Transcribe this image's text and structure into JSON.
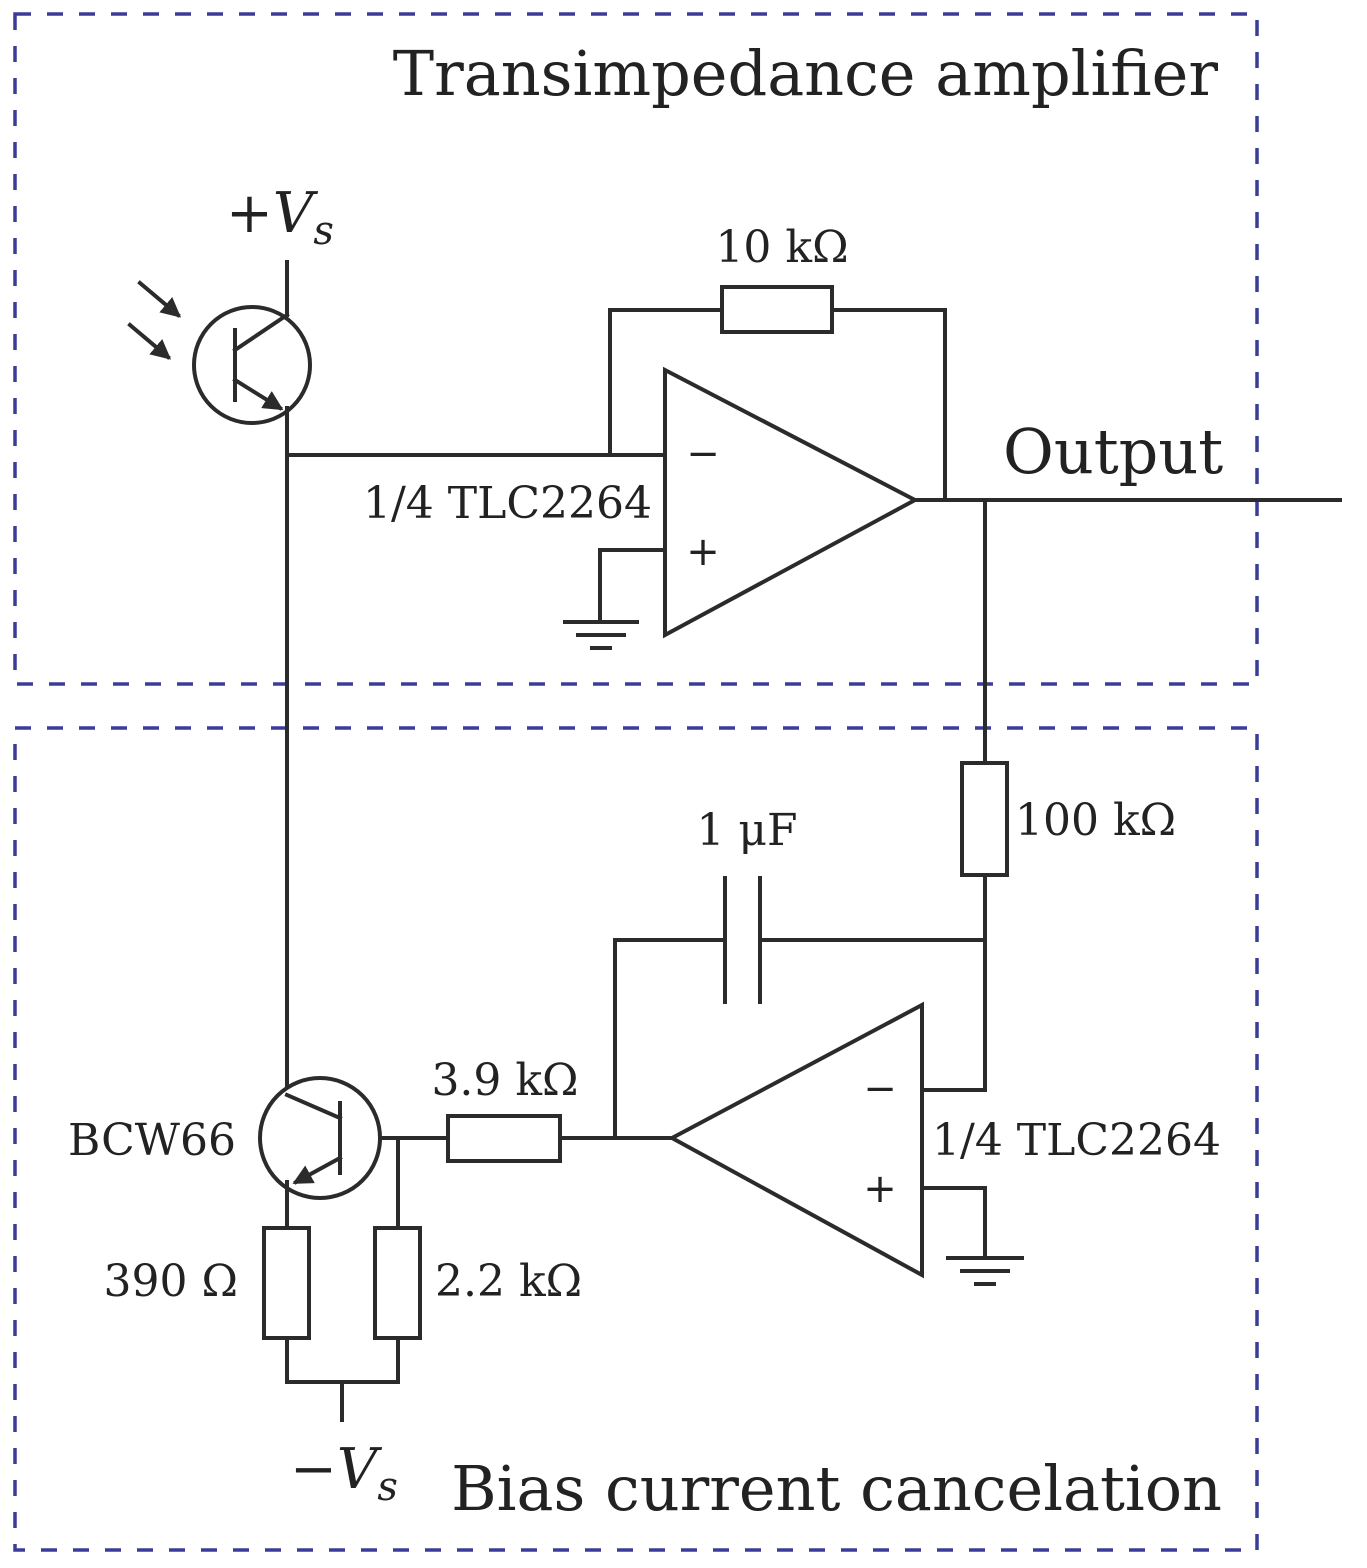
{
  "sections": {
    "tia_title": "Transimpedance amplifier",
    "bias_title": "Bias current cancelation"
  },
  "supplies": {
    "positive": "+",
    "negative": "−",
    "symbol": "V",
    "subscript": "s"
  },
  "labels": {
    "r_feedback": "10 kΩ",
    "opamp_top": "1/4 TLC2264",
    "output": "Output",
    "r_100k": "100 kΩ",
    "cap": "1 μF",
    "r_3k9": "3.9 kΩ",
    "transistor": "BCW66",
    "opamp_bottom": "1/4 TLC2264",
    "r_390": "390 Ω",
    "r_2k2": "2.2 kΩ"
  },
  "opamp_signs": {
    "minus": "−",
    "plus": "+"
  },
  "colors": {
    "wire": "#2b2b2b",
    "section_border": "#3b3b9a"
  },
  "icons": {
    "phototransistor": "phototransistor-icon",
    "bjt": "pnp-transistor-icon",
    "ground": "ground-icon",
    "opamp": "opamp-icon"
  }
}
